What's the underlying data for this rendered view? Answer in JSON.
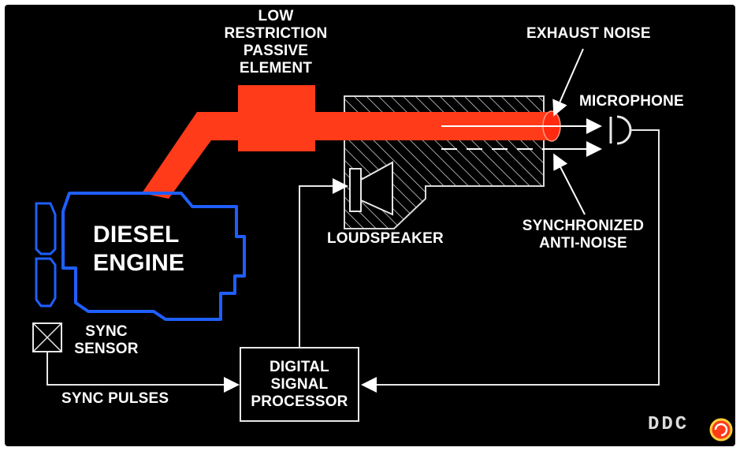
{
  "labels": {
    "passive_element": [
      "LOW",
      "RESTRICTION",
      "PASSIVE",
      "ELEMENT"
    ],
    "exhaust_noise": "EXHAUST NOISE",
    "microphone": "MICROPHONE",
    "engine": [
      "DIESEL",
      "ENGINE"
    ],
    "loudspeaker": "LOUDSPEAKER",
    "anti_noise": [
      "SYNCHRONIZED",
      "ANTI-NOISE"
    ],
    "sync_sensor": [
      "SYNC",
      "SENSOR"
    ],
    "sync_pulses": "SYNC PULSES",
    "dsp": [
      "DIGITAL",
      "SIGNAL",
      "PROCESSOR"
    ]
  },
  "logo": {
    "text": "DDC"
  },
  "colors": {
    "background": "#000000",
    "exhaust": "#ff3b1a",
    "engine_outline": "#1f5fff",
    "lines": "#e8e8e8"
  }
}
